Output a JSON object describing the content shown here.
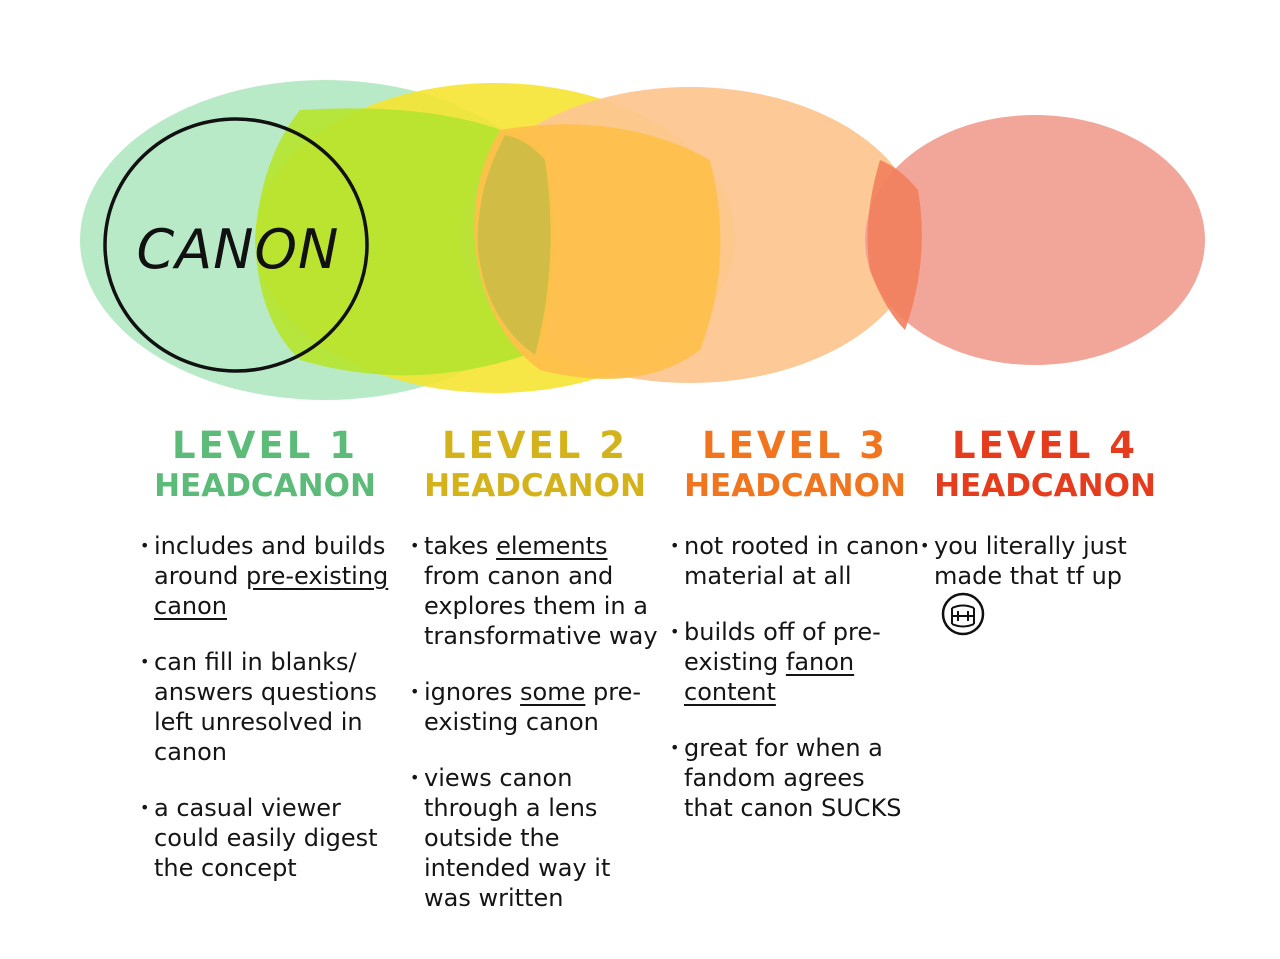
{
  "colors": {
    "level1": "#5cbb78",
    "level2": "#d4b21c",
    "level3": "#f0751e",
    "level4": "#e63c1e",
    "green_blob": "#b5e9c5",
    "lime_blob": "#b5e42f",
    "yellow_blob": "#f5e432",
    "orange_blob": "#fdc690",
    "amber_blob": "#fec04c",
    "red_blob": "#f1a195"
  },
  "diagram": {
    "center_label": "CANON"
  },
  "levels": [
    {
      "title": "LEVEL 1",
      "subtitle": "HEADCANON",
      "bullets": [
        {
          "before": "includes and builds around ",
          "underlined": "pre-existing canon",
          "after": ""
        },
        {
          "before": "can fill in blanks/ answers questions left unresolved in canon",
          "underlined": "",
          "after": ""
        },
        {
          "before": "a casual viewer could easily digest the concept",
          "underlined": "",
          "after": ""
        }
      ]
    },
    {
      "title": "LEVEL 2",
      "subtitle": "HEADCANON",
      "bullets": [
        {
          "before": "takes ",
          "underlined": "elements",
          "after": " from canon and explores them in a transformative way"
        },
        {
          "before": "ignores ",
          "underlined": "some",
          "after": " pre-existing canon"
        },
        {
          "before": "views canon through a lens outside the intended way it was written",
          "underlined": "",
          "after": ""
        }
      ]
    },
    {
      "title": "LEVEL 3",
      "subtitle": "HEADCANON",
      "bullets": [
        {
          "before": "not rooted in canon material at all",
          "underlined": "",
          "after": ""
        },
        {
          "before": "builds off of pre-existing ",
          "underlined": "fanon content",
          "after": ""
        },
        {
          "before": "great for when a fandom agrees that canon SUCKS",
          "underlined": "",
          "after": ""
        }
      ]
    },
    {
      "title": "LEVEL 4",
      "subtitle": "HEADCANON",
      "bullets": [
        {
          "before": "you literally just made that tf up",
          "underlined": "",
          "after": ""
        }
      ]
    }
  ]
}
